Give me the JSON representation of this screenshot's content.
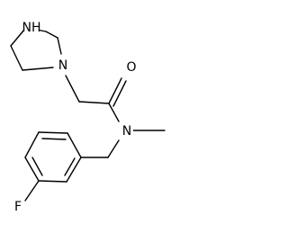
{
  "molecule": {
    "atoms": {
      "nh_piperazine": "NH",
      "n_piperazine": "N",
      "o_carbonyl": "O",
      "n_amide": "N",
      "f_fluoro": "F"
    }
  }
}
